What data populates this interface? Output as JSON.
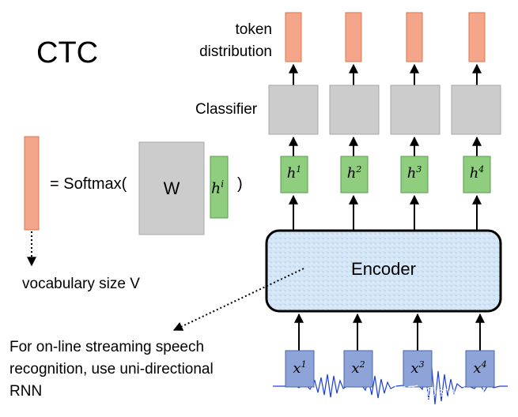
{
  "title": "CTC",
  "labels": {
    "token_distribution_line1": "token",
    "token_distribution_line2": "distribution",
    "classifier": "Classifier",
    "encoder": "Encoder",
    "softmax_prefix": "= Softmax(",
    "softmax_suffix": ")",
    "weight_matrix": "W",
    "vocab_size": "vocabulary size V",
    "note_line1": "For on-line streaming speech",
    "note_line2": "recognition, use uni-directional",
    "note_line3": "RNN"
  },
  "hidden": [
    {
      "base": "h",
      "sup": "1"
    },
    {
      "base": "h",
      "sup": "2"
    },
    {
      "base": "h",
      "sup": "3"
    },
    {
      "base": "h",
      "sup": "4"
    }
  ],
  "inputs": [
    {
      "base": "x",
      "sup": "1"
    },
    {
      "base": "x",
      "sup": "2"
    },
    {
      "base": "x",
      "sup": "3"
    },
    {
      "base": "x",
      "sup": "4"
    }
  ],
  "softmax_hidden": {
    "base": "h",
    "sup": "i"
  },
  "watermark": "知乎 @stephon",
  "colors": {
    "token_fill": "#f4a58a",
    "token_stroke": "#d9774f",
    "hidden_fill": "#8fcd7f",
    "hidden_stroke": "#5a9a4c",
    "input_fill": "#8ea4d8",
    "input_stroke": "#4a64a8",
    "classifier_fill": "#cccccc",
    "encoder_fill": "#d3e5f5",
    "waveform": "#1a3ee0"
  }
}
